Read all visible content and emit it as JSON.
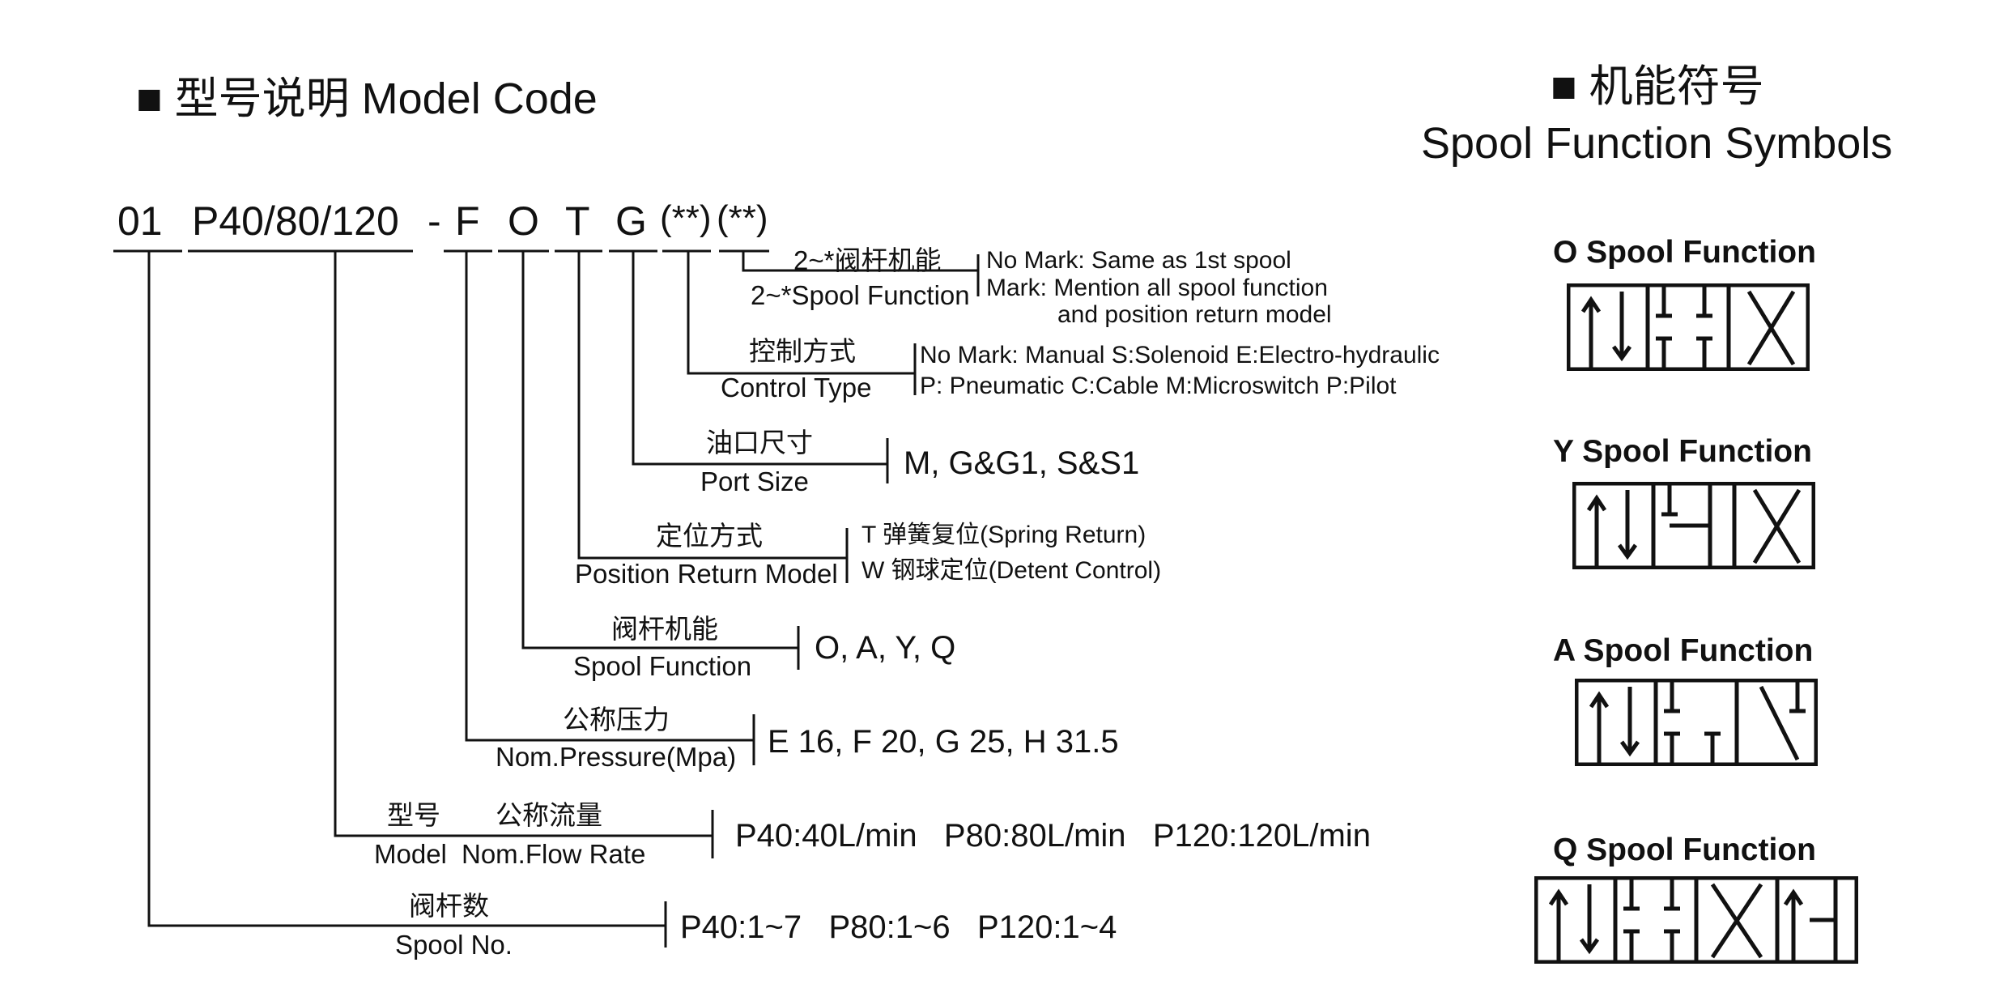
{
  "header": {
    "model_code_title": "■ 型号说明 Model Code",
    "spool_symbols_title_cn": "■ 机能符号",
    "spool_symbols_title_en": "Spool Function Symbols"
  },
  "code": {
    "spool_count": "01",
    "model": "P40/80/120",
    "dash": "-",
    "pressure": "F",
    "function": "O",
    "return": "T",
    "port": "G",
    "control": "(**)",
    "second": "(**)"
  },
  "fields": {
    "second_spool": {
      "label_cn": "2~*阀杆机能",
      "label_en": "2~*Spool Function",
      "options": [
        "No Mark: Same as 1st spool",
        "Mark: Mention all spool function",
        "and position return model"
      ]
    },
    "control_type": {
      "label_cn": "控制方式",
      "label_en": "Control Type",
      "options": [
        "No Mark: Manual   S:Solenoid   E:Electro-hydraulic",
        "P: Pneumatic   C:Cable   M:Microswitch   P:Pilot"
      ]
    },
    "port_size": {
      "label_cn": "油口尺寸",
      "label_en": "Port Size",
      "options": "M, G&G1, S&S1"
    },
    "position_return": {
      "label_cn": "定位方式",
      "label_en": "Position Return Model",
      "options": [
        "T 弹簧复位(Spring Return)",
        "W 钢球定位(Detent Control)"
      ]
    },
    "spool_function": {
      "label_cn": "阀杆机能",
      "label_en": "Spool Function",
      "options": "O, A, Y, Q"
    },
    "nom_pressure": {
      "label_cn": "公称压力",
      "label_en": "Nom.Pressure(Mpa)",
      "options": "E 16, F 20, G 25, H 31.5"
    },
    "model_flow": {
      "label_cn_model": "型号",
      "label_cn_flow": "公称流量",
      "label_en_model": "Model",
      "label_en_flow": "Nom.Flow Rate",
      "options": "P40:40L/min   P80:80L/min   P120:120L/min"
    },
    "spool_no": {
      "label_cn": "阀杆数",
      "label_en": "Spool No.",
      "options": "P40:1~7   P80:1~6   P120:1~4"
    }
  },
  "symbols": [
    {
      "title": "O Spool Function"
    },
    {
      "title": "Y Spool Function"
    },
    {
      "title": "A Spool Function"
    },
    {
      "title": "Q Spool Function"
    }
  ]
}
